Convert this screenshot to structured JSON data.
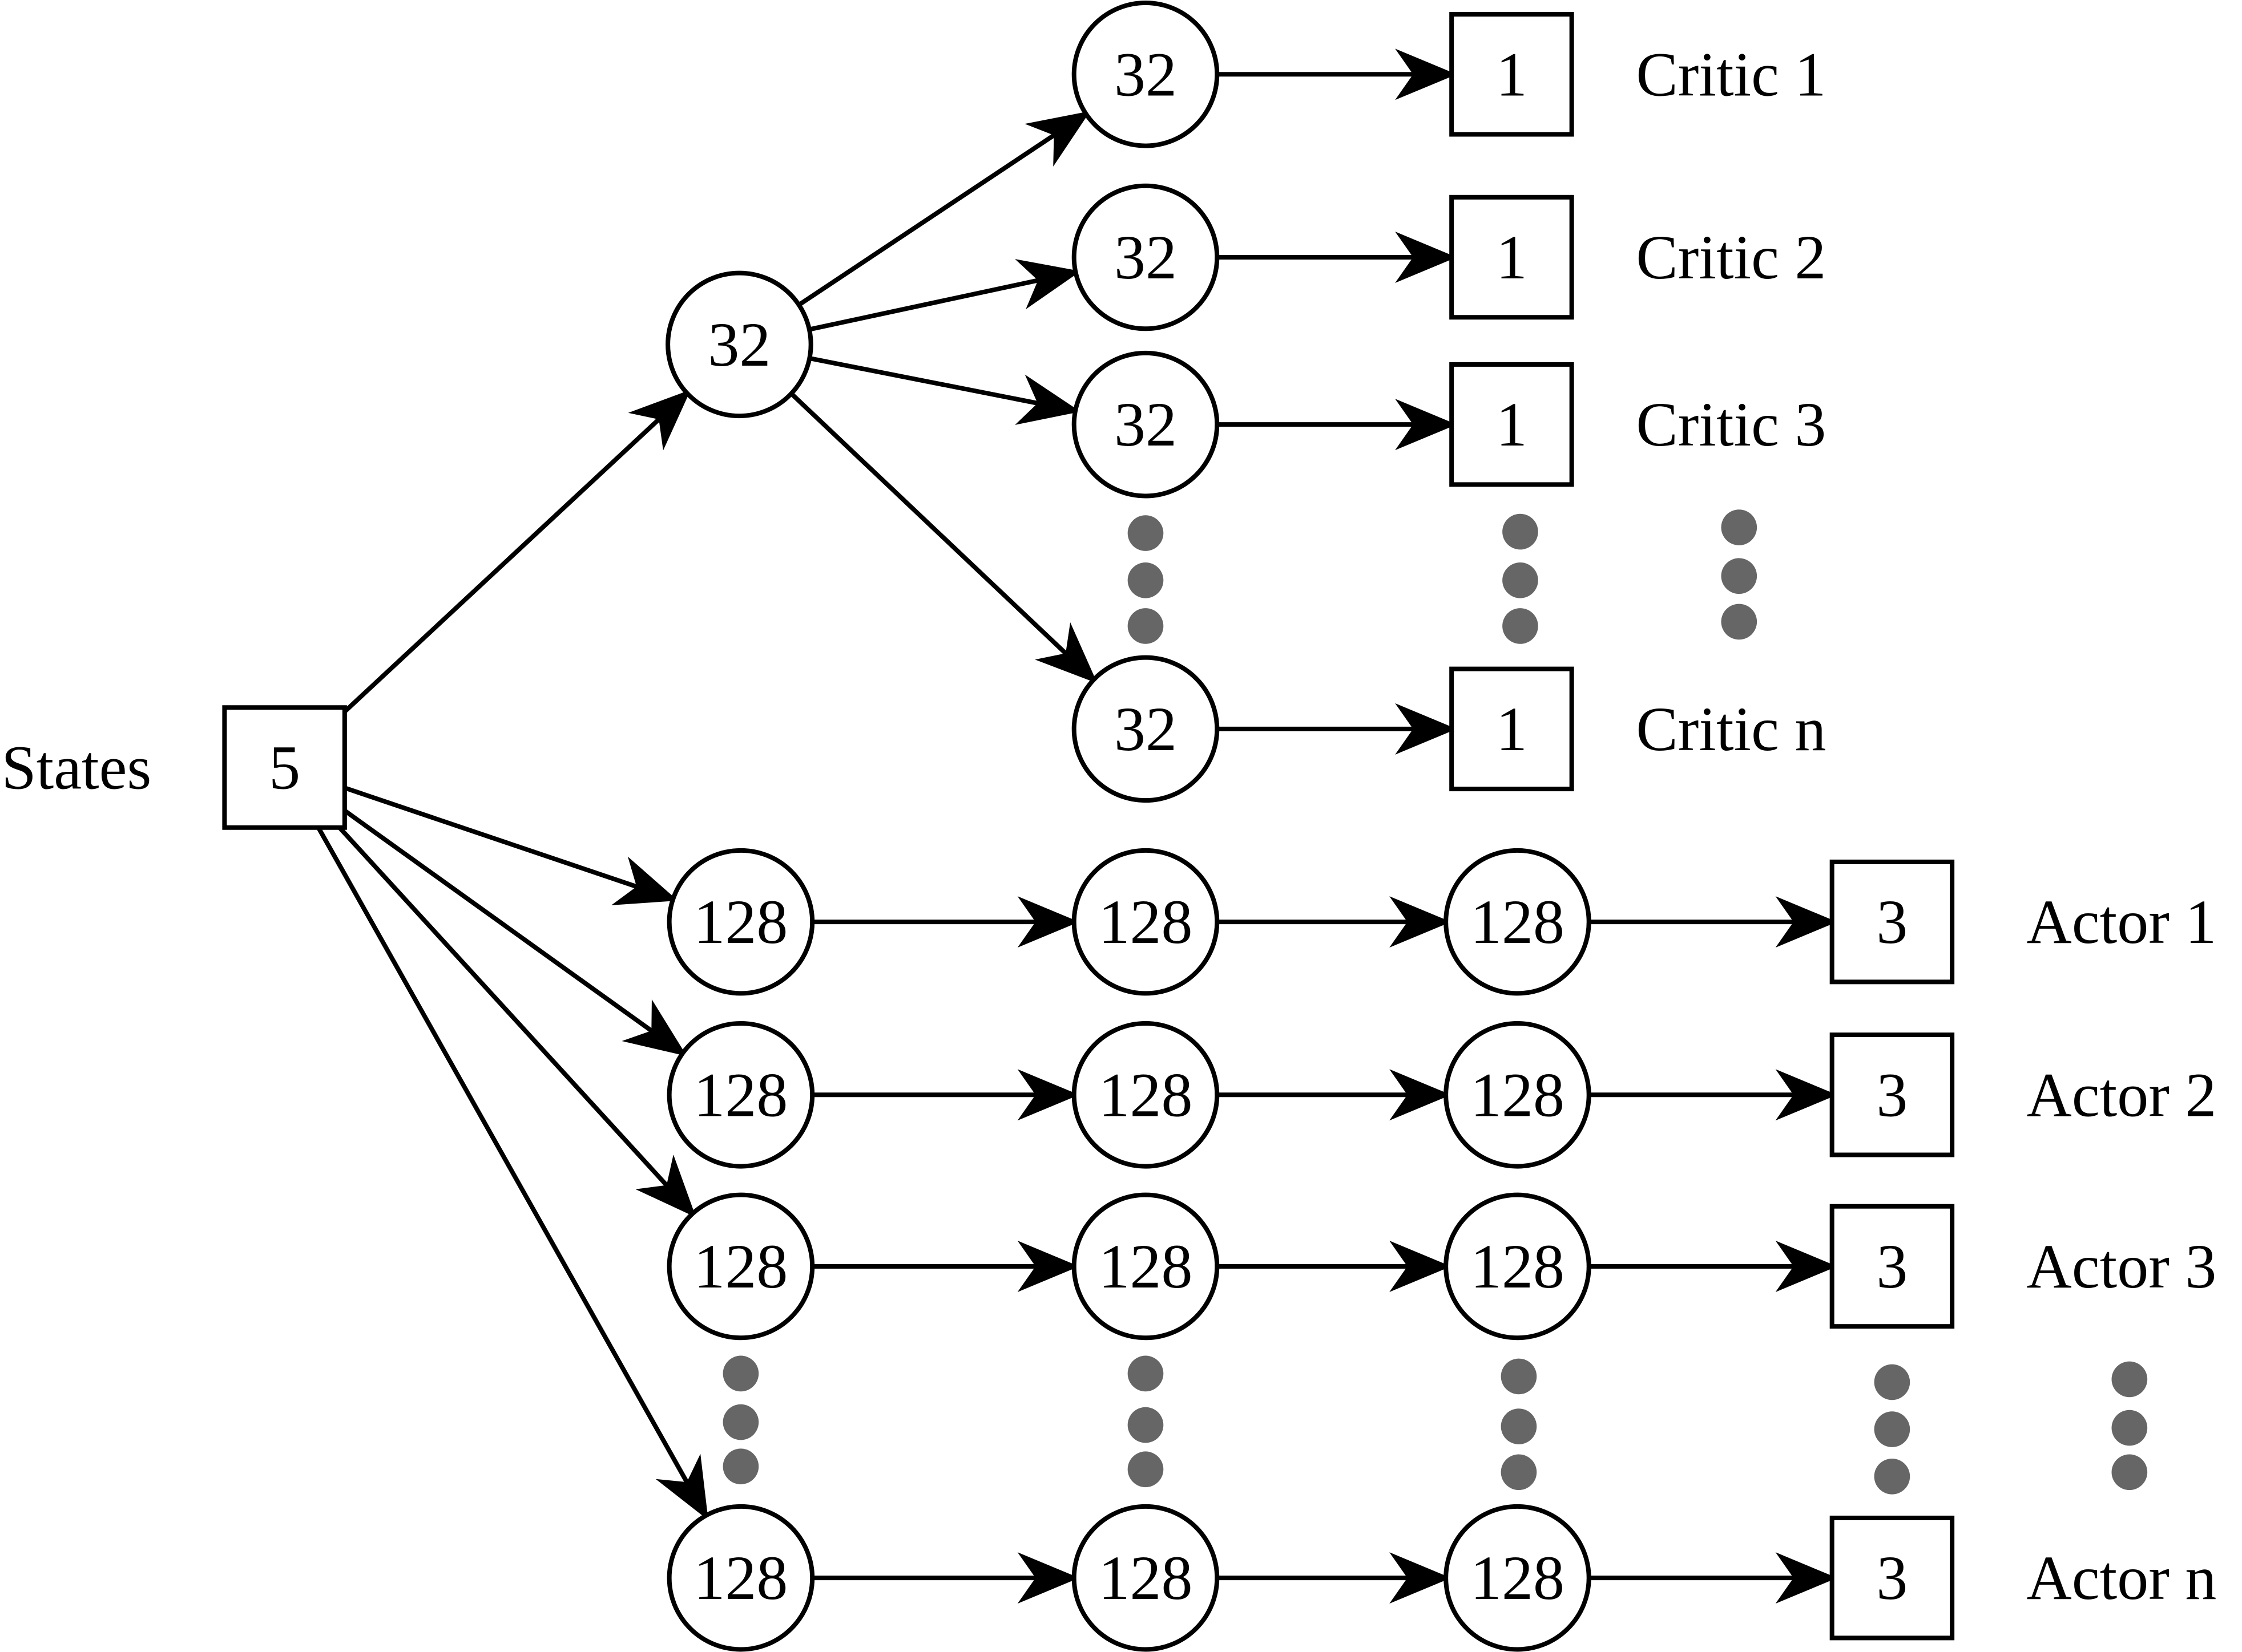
{
  "colors": {
    "stroke": "#000000",
    "fill": "#ffffff",
    "ellipsis_dot": "#666666"
  },
  "input": {
    "label": "States",
    "value": "5"
  },
  "critic": {
    "shared_hidden": "32",
    "branches": [
      {
        "hidden": "32",
        "output": "1",
        "label": "Critic 1"
      },
      {
        "hidden": "32",
        "output": "1",
        "label": "Critic 2"
      },
      {
        "hidden": "32",
        "output": "1",
        "label": "Critic 3"
      },
      {
        "hidden": "32",
        "output": "1",
        "label": "Critic n"
      }
    ]
  },
  "actor": {
    "branches": [
      {
        "hidden": [
          "128",
          "128",
          "128"
        ],
        "output": "3",
        "label": "Actor 1"
      },
      {
        "hidden": [
          "128",
          "128",
          "128"
        ],
        "output": "3",
        "label": "Actor 2"
      },
      {
        "hidden": [
          "128",
          "128",
          "128"
        ],
        "output": "3",
        "label": "Actor 3"
      },
      {
        "hidden": [
          "128",
          "128",
          "128"
        ],
        "output": "3",
        "label": "Actor n"
      }
    ]
  }
}
